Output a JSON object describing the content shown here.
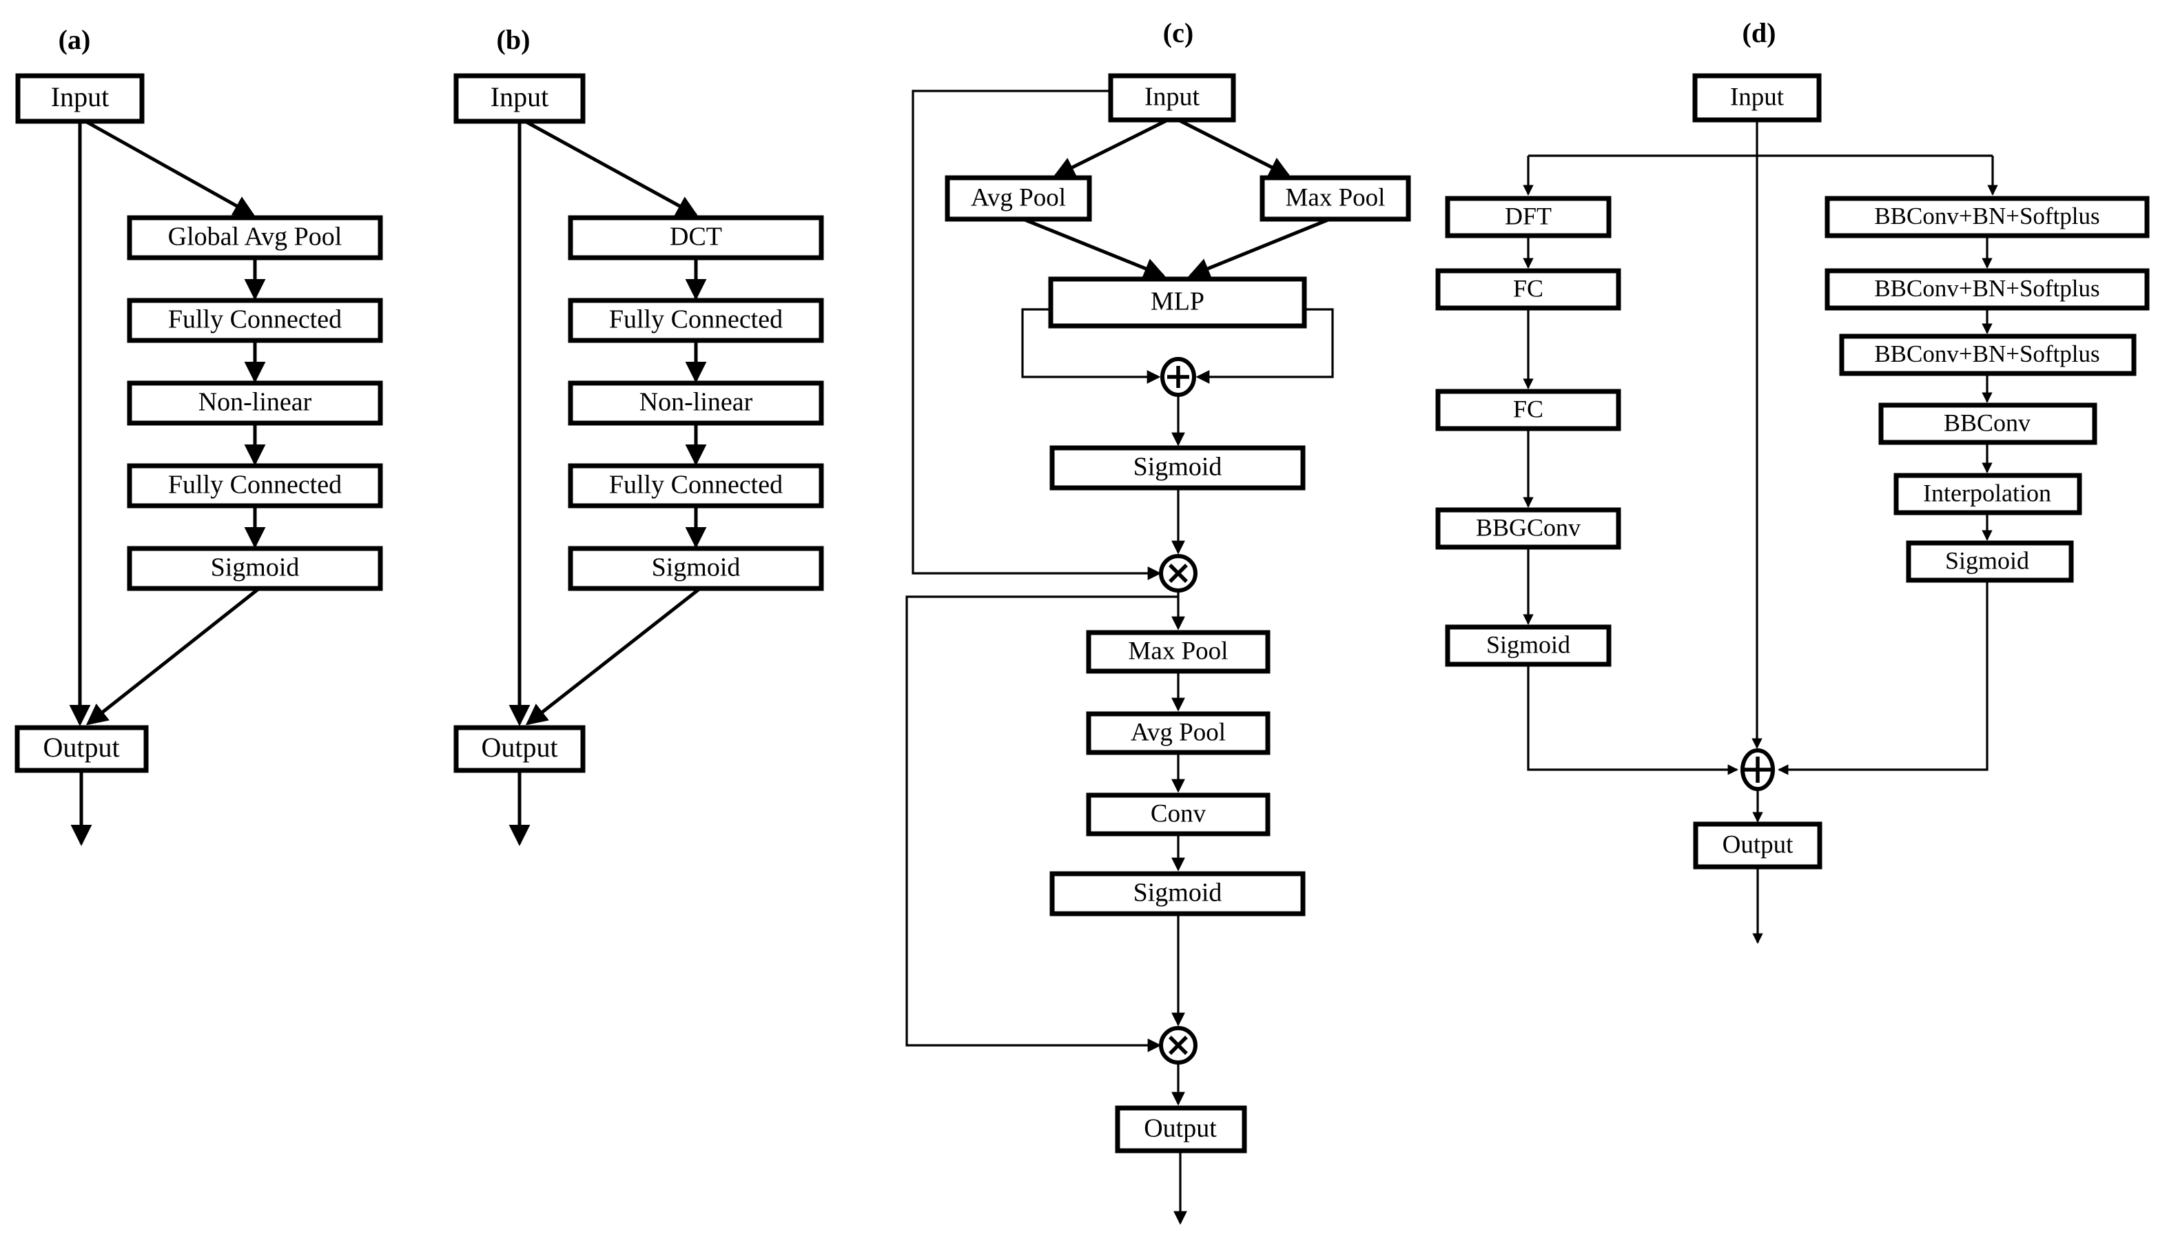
{
  "figure": {
    "caption_labels": [
      "(a)",
      "(b)",
      "(c)",
      "(d)"
    ],
    "stroke_color": "#000000",
    "fill_color": "#ffffff"
  },
  "panels": [
    {
      "id": "a",
      "label": "(a)",
      "nodes": {
        "input": "Input",
        "stack": [
          "Global Avg Pool",
          "Fully Connected",
          "Non-linear",
          "Fully Connected",
          "Sigmoid"
        ],
        "output": "Output"
      }
    },
    {
      "id": "b",
      "label": "(b)",
      "nodes": {
        "input": "Input",
        "stack": [
          "DCT",
          "Fully Connected",
          "Non-linear",
          "Fully Connected",
          "Sigmoid"
        ],
        "output": "Output"
      }
    },
    {
      "id": "c",
      "label": "(c)",
      "nodes": {
        "input": "Input",
        "avg_pool_top": "Avg Pool",
        "max_pool_top": "Max Pool",
        "mlp": "MLP",
        "add_op": "+",
        "sigmoid_top": "Sigmoid",
        "mul_op_1": "×",
        "max_pool_bottom": "Max Pool",
        "avg_pool_bottom": "Avg Pool",
        "conv": "Conv",
        "sigmoid_bottom": "Sigmoid",
        "mul_op_2": "×",
        "output": "Output"
      }
    },
    {
      "id": "d",
      "label": "(d)",
      "nodes": {
        "input": "Input",
        "left_branch": [
          "DFT",
          "FC",
          "FC",
          "BBGConv",
          "Sigmoid"
        ],
        "right_branch": [
          "BBConv+BN+Softplus",
          "BBConv+BN+Softplus",
          "BBConv+BN+Softplus",
          "BBConv",
          "Interpolation",
          "Sigmoid"
        ],
        "add_op": "+",
        "output": "Output"
      }
    }
  ]
}
